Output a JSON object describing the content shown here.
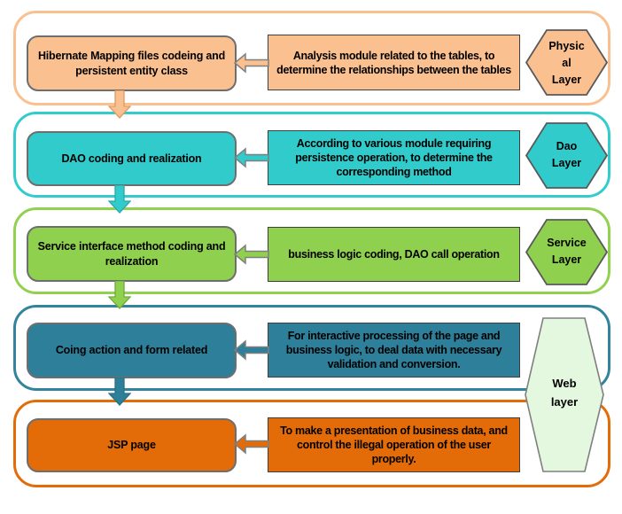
{
  "layers": [
    {
      "left_box": "Hibernate Mapping files codeing and persistent entity class",
      "right_box": "Analysis module related to the tables, to determine the relationships between the tables",
      "hexagon_label": "Physic\nal\nLayer",
      "colors": {
        "band_border": "#FAC090",
        "shape_fill": "#FAC090",
        "down_arrow_border": "#DB9B62"
      }
    },
    {
      "left_box": "DAO coding and realization",
      "right_box": "According to various module requiring persistence operation, to determine the corresponding method",
      "hexagon_label": "Dao\nLayer",
      "colors": {
        "band_border": "#33CCCC",
        "shape_fill": "#31CBCB",
        "down_arrow_border": "#2AA9A9"
      }
    },
    {
      "left_box": "Service interface method coding and realization",
      "right_box": "business logic coding, DAO call operation",
      "hexagon_label": "Service\nLayer",
      "colors": {
        "band_border": "#92D050",
        "shape_fill": "#8FD04E",
        "down_arrow_border": "#71A93E"
      }
    },
    {
      "left_box": "Coing action and form related",
      "right_box": "For interactive processing of the page and business logic,  to deal data  with necessary validation and conversion.",
      "colors": {
        "band_border": "#31849B",
        "shape_fill": "#2E7F99",
        "down_arrow_border": "#277185"
      }
    },
    {
      "left_box": "JSP page",
      "right_box": "To make a  presentation of business data, and control the illegal operation of the user properly.",
      "colors": {
        "band_border": "#E36C09",
        "shape_fill": "#E36C09"
      }
    }
  ],
  "web_hexagon": {
    "label": "Web\nlayer",
    "fill": "#E3F8DF",
    "border": "#7F7F7F"
  },
  "shared": {
    "box_border": "#6E6E6E",
    "rect_border": "#3F3F3F",
    "h_arrow_border": "#7F7F7F",
    "hex_border": "#595959",
    "text_color": "#000000"
  }
}
